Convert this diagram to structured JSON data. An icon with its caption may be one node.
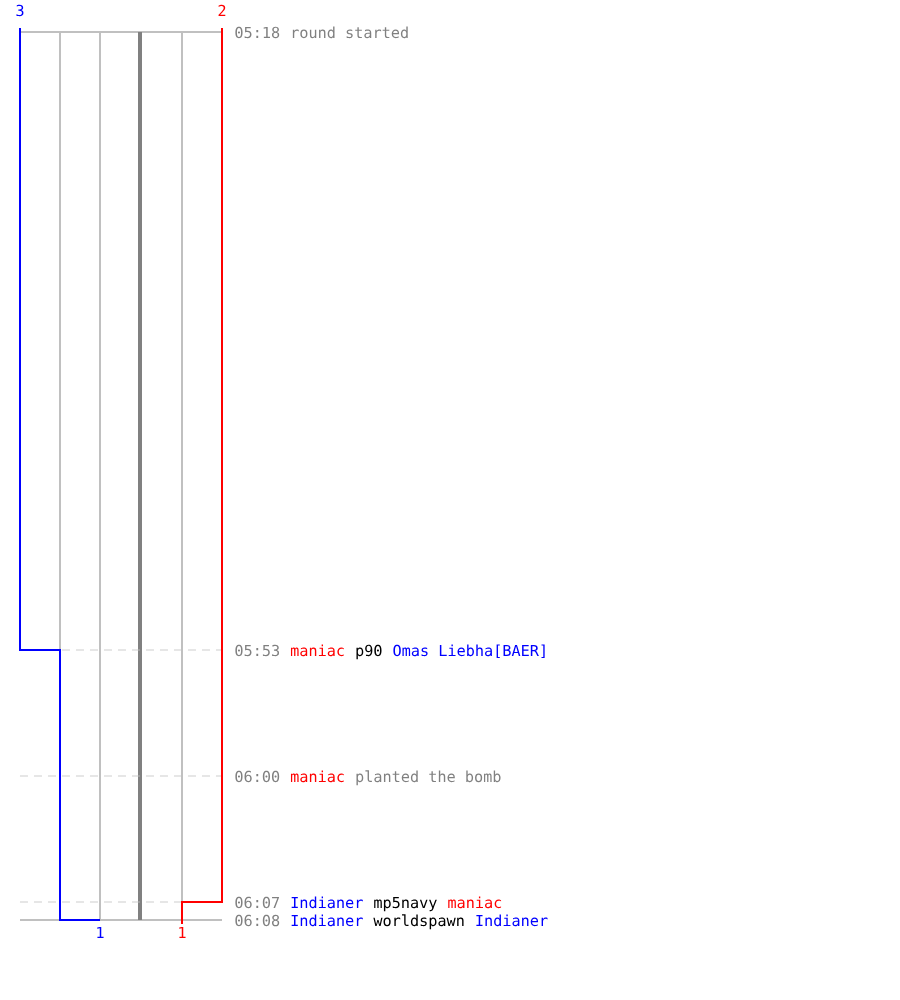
{
  "diagram": {
    "labels": [
      "3",
      "2",
      "05:18",
      "round started",
      "05:53",
      "maniac",
      "p90",
      "Omas Liebha[BAER]",
      "06:00",
      "maniac",
      "planted the bomb",
      "06:07",
      "Indianer",
      "mp5navy",
      "maniac",
      "06:08",
      "Indianer",
      "worldspawn",
      "Indianer",
      "1",
      "1"
    ]
  }
}
